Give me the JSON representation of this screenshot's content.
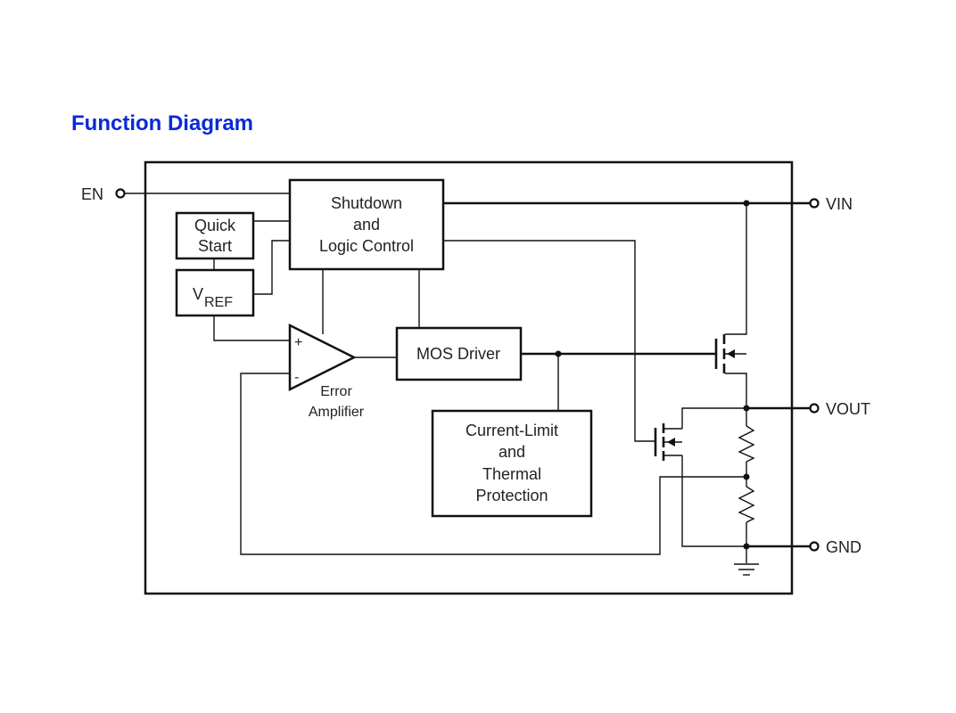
{
  "title": "Function Diagram",
  "pins": {
    "en": "EN",
    "vin": "VIN",
    "vout": "VOUT",
    "gnd": "GND"
  },
  "blocks": {
    "shutdown": [
      "Shutdown",
      "and",
      "Logic Control"
    ],
    "quick_start": [
      "Quick",
      "Start"
    ],
    "vref_main": "V",
    "vref_sub": "REF",
    "mos_driver": "MOS Driver",
    "current_limit": [
      "Current-Limit",
      "and",
      "Thermal",
      "Protection"
    ],
    "error_amp": [
      "Error",
      "Amplifier"
    ],
    "amp_plus": "+",
    "amp_minus": "-"
  }
}
